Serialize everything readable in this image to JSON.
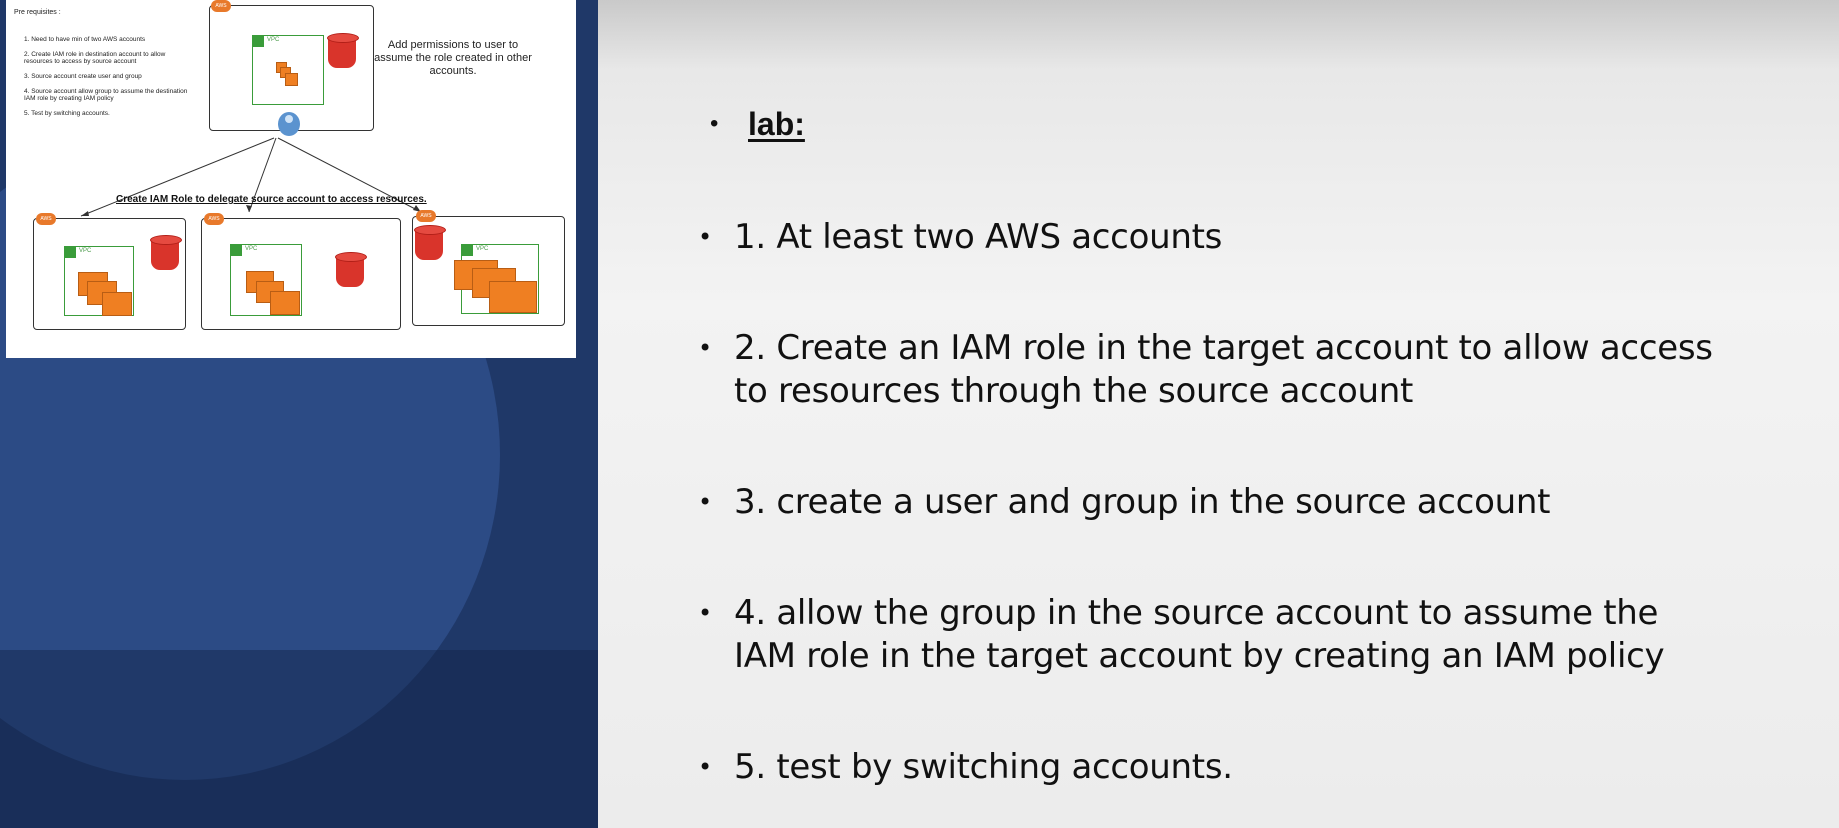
{
  "diagram": {
    "prereq_title": "Pre requisites :",
    "prereq_items": [
      "1.   Need to have min of two AWS accounts",
      "2.   Create IAM role in destination account to allow resources to access by source account",
      "3.   Source account create user and group",
      "4.   Source account allow group to assume the destination IAM role by creating IAM policy",
      "5.   Test by switching accounts."
    ],
    "note": "Add permissions to user to assume the role created in other accounts.",
    "role_label": "Create IAM Role to delegate source account to access resources.",
    "aws_badge": "AWS",
    "vpc_label": "VPC"
  },
  "slide": {
    "heading": "lab:",
    "bullet": "•",
    "items": [
      "1. At least two AWS accounts",
      "2. Create an IAM role in the target account to allow access",
      "to resources through the source account",
      "3. create a user and group in the source account",
      "4. allow the group in the source account to assume the",
      "IAM role in the target account by creating an IAM policy",
      "5. test by switching accounts."
    ]
  },
  "colors": {
    "left_background": "#1f3868",
    "aws_orange": "#ef7f22",
    "vpc_green": "#3a9c3a",
    "bucket_red": "#d9342b"
  }
}
